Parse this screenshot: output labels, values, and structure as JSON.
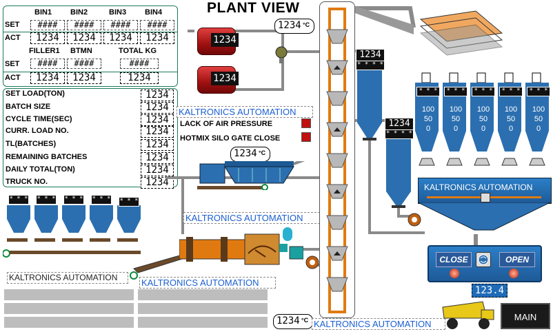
{
  "title": "PLANT VIEW",
  "bin_table": {
    "headers": [
      "BIN1",
      "BIN2",
      "BIN3",
      "BIN4"
    ],
    "row_labels": [
      "SET",
      "ACT"
    ],
    "set_values": [
      "####",
      "####",
      "####",
      "####"
    ],
    "act_values": [
      "1234",
      "1234",
      "1234",
      "1234"
    ],
    "headers2": [
      "FILLER1",
      "BTMN",
      "TOTAL KG"
    ],
    "set_values2": [
      "####",
      "####",
      "####"
    ],
    "act_values2": [
      "1234",
      "1234",
      "1234"
    ]
  },
  "info_table": {
    "rows": [
      {
        "label": "SET LOAD(TON)",
        "value": "1234"
      },
      {
        "label": "BATCH SIZE",
        "value": "1234"
      },
      {
        "label": "CYCLE TIME(SEC)",
        "value": "1234"
      },
      {
        "label": "CURR. LOAD NO.",
        "value": "1234"
      },
      {
        "label": "TL(BATCHES)",
        "value": "1234"
      },
      {
        "label": "REMAINING BATCHES",
        "value": "1234"
      },
      {
        "label": "DAILY TOTAL(TON)",
        "value": "1234"
      },
      {
        "label": "TRUCK NO.",
        "value": "1234"
      }
    ]
  },
  "alarms": {
    "brand": "KALTRONICS AUTOMATION",
    "items": [
      "LACK OF AIR PRESSURE",
      "HOTMIX SILO GATE CLOSE"
    ]
  },
  "temps": {
    "tank1": "1234",
    "tank2": "1234",
    "tank_unit": "°C",
    "top": "1234",
    "top_unit": "°C",
    "mixer": "1234",
    "mixer_unit": "°C",
    "bottom": "1234",
    "bottom_unit": "°C"
  },
  "silo_readings": {
    "hot_silo1": "1234",
    "hot_silo1_stars": "* * * *",
    "hot_silo2": "1234",
    "hot_silo2_stars": "* * * *",
    "bin_stars": "* * *",
    "gauge_levels": [
      "100",
      "50",
      "0"
    ]
  },
  "brand_labels": {
    "conveyor": "KALTRONICS AUTOMATION",
    "feeder": "KALTRONICS AUTOMATION",
    "slinger": "KALTRONICS AUTOMATION",
    "mixer": "KALTRONICS AUTOMATION",
    "bottom": "KALTRONICS AUTOMATION"
  },
  "gate": {
    "close_label": "CLOSE",
    "open_label": "OPEN",
    "weight": "123.4"
  },
  "buttons": {
    "main": "MAIN"
  },
  "colors": {
    "panel_border": "#1a7a5a",
    "silo_blue": "#2b6fb0",
    "tank_red": "#b01818",
    "elevator_orange": "#e07a10",
    "brand_blue": "#1a5fd0",
    "mixer_panel": "#1e6bb8"
  }
}
